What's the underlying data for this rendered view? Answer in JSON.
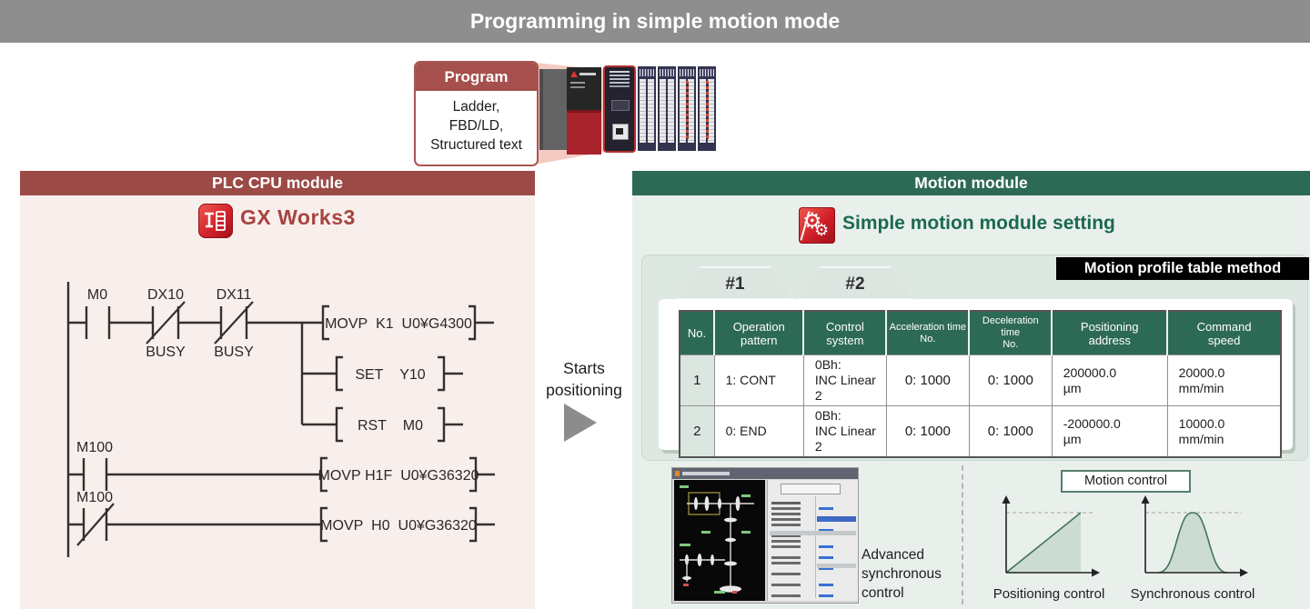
{
  "page_title": "Programming in simple motion mode",
  "program_box": {
    "header": "Program",
    "line1": "Ladder,",
    "line2": "FBD/LD,",
    "line3": "Structured text"
  },
  "plc_panel": {
    "header": "PLC CPU module",
    "tool_name": "GX Works3",
    "ladder": {
      "rung1": {
        "contact1": "M0",
        "contact2": "DX10",
        "contact2_state": "BUSY",
        "contact3": "DX11",
        "contact3_state": "BUSY",
        "out1": "MOVP  K1  U0¥G4300",
        "out2": "SET    Y10",
        "out3": "RST    M0"
      },
      "rung2": {
        "contact1": "M100",
        "out1": "MOVP H1F  U0¥G36320"
      },
      "rung3": {
        "contact1": "M100",
        "out1": "MOVP  H0  U0¥G36320"
      }
    }
  },
  "flow_arrow": {
    "line1": "Starts",
    "line2": "positioning"
  },
  "motion_panel": {
    "header": "Motion module",
    "tool_name": "Simple motion module setting",
    "method_badge": "Motion profile table method",
    "tabs": [
      {
        "label": "#1"
      },
      {
        "label": "#2"
      }
    ],
    "profile_table": {
      "headers": [
        "No.",
        "Operation\npattern",
        "Control\nsystem",
        "Acceleration time\nNo.",
        "Deceleration time\nNo.",
        "Positioning\naddress",
        "Command\nspeed"
      ],
      "rows": [
        [
          "1",
          "1: CONT",
          "0Bh:\nINC Linear 2",
          "0: 1000",
          "0: 1000",
          "200000.0\nµm",
          "20000.0\nmm/min"
        ],
        [
          "2",
          "0: END",
          "0Bh:\nINC Linear 2",
          "0: 1000",
          "0: 1000",
          "-200000.0\nµm",
          "10000.0\nmm/min"
        ]
      ]
    },
    "advanced_label": {
      "line1": "Advanced",
      "line2": "synchronous",
      "line3": "control"
    },
    "motion_control": {
      "title": "Motion control",
      "graph1_caption": "Positioning control",
      "graph2_caption": "Synchronous control"
    }
  },
  "colors": {
    "title_bar": "#8e8e8e",
    "plc_accent": "#9b4a46",
    "motion_accent": "#2d6a55",
    "panel_pink": "#f8efed",
    "panel_green": "#e9f0ec",
    "badge_bg": "#000000",
    "graph_fill": "#ccdcd3"
  }
}
